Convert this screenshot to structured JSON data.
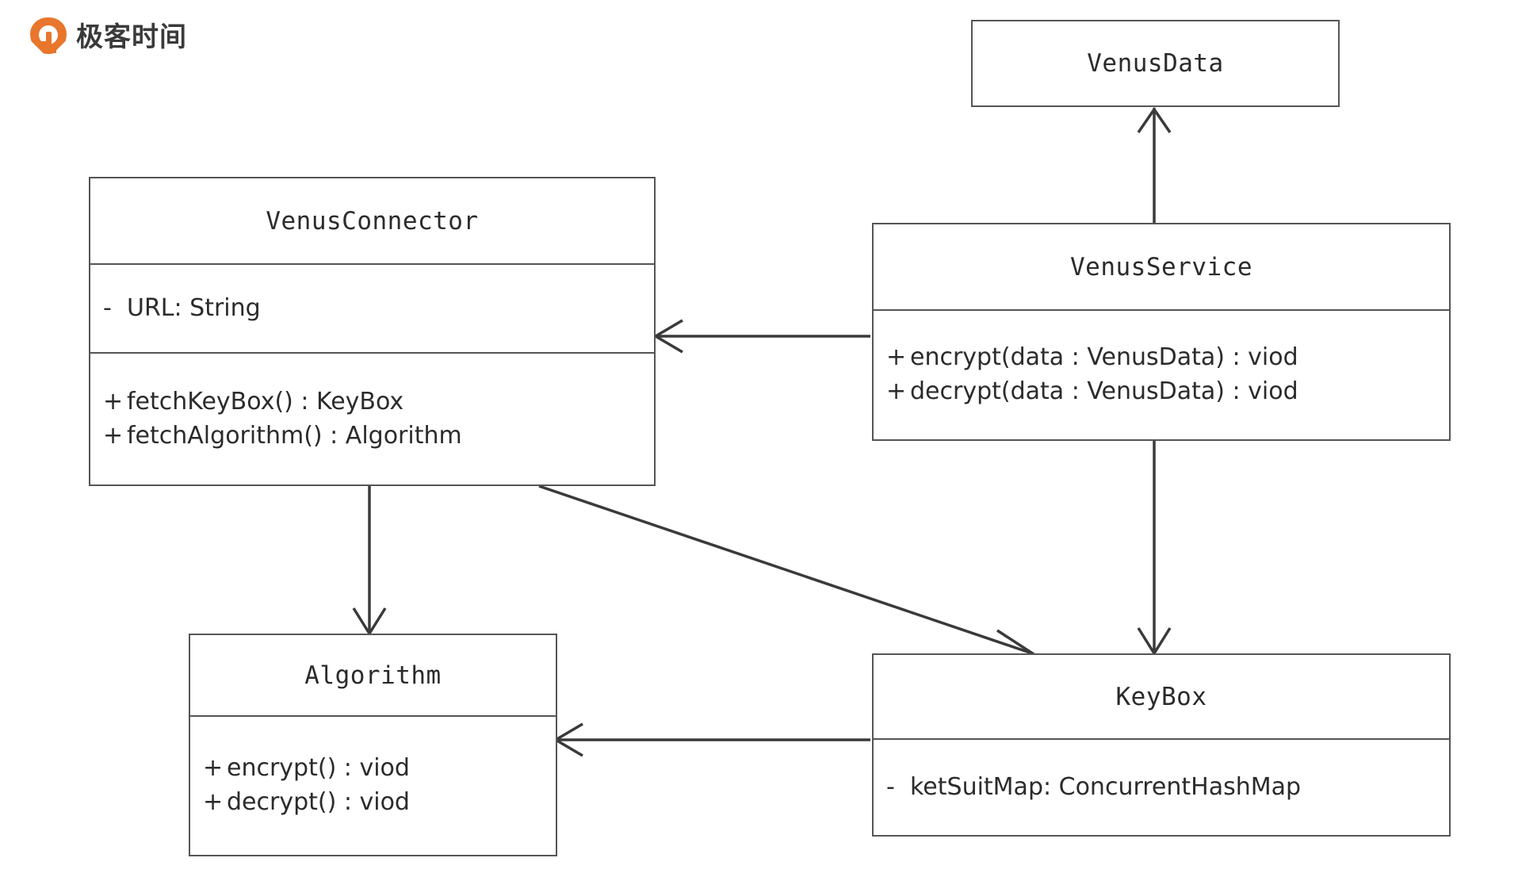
{
  "brand": {
    "name": "极客时间",
    "logo_icon": "geektime-drop-logo-icon",
    "accent_color": "#e8762c"
  },
  "diagram": {
    "type": "uml-class-diagram",
    "background_color": "#ffffff",
    "stroke_color": "#555555",
    "text_color": "#2b2b2b",
    "classes": [
      {
        "id": "venus-data",
        "name": "VenusData",
        "attributes": [],
        "methods": []
      },
      {
        "id": "venus-connector",
        "name": "VenusConnector",
        "attributes": [
          {
            "visibility": "-",
            "signature": "URL: String"
          }
        ],
        "methods": [
          {
            "visibility": "+",
            "signature": "fetchKeyBox() : KeyBox"
          },
          {
            "visibility": "+",
            "signature": "fetchAlgorithm() : Algorithm"
          }
        ]
      },
      {
        "id": "venus-service",
        "name": "VenusService",
        "attributes": [],
        "methods": [
          {
            "visibility": "+",
            "signature": "encrypt(data : VenusData) : viod"
          },
          {
            "visibility": "+",
            "signature": "decrypt(data : VenusData) : viod"
          }
        ]
      },
      {
        "id": "algorithm",
        "name": "Algorithm",
        "attributes": [],
        "methods": [
          {
            "visibility": "+",
            "signature": "encrypt() : viod"
          },
          {
            "visibility": "+",
            "signature": "decrypt() : viod"
          }
        ]
      },
      {
        "id": "key-box",
        "name": "KeyBox",
        "attributes": [
          {
            "visibility": "-",
            "signature": "ketSuitMap: ConcurrentHashMap"
          }
        ],
        "methods": []
      }
    ],
    "relations": [
      {
        "id": "service-to-data",
        "from": "VenusService",
        "to": "VenusData",
        "kind": "association-arrow",
        "direction": "up"
      },
      {
        "id": "service-to-connector",
        "from": "VenusService",
        "to": "VenusConnector",
        "kind": "association-arrow",
        "direction": "left"
      },
      {
        "id": "service-to-keybox",
        "from": "VenusService",
        "to": "KeyBox",
        "kind": "association-arrow",
        "direction": "down"
      },
      {
        "id": "connector-to-algorithm",
        "from": "VenusConnector",
        "to": "Algorithm",
        "kind": "association-arrow",
        "direction": "down"
      },
      {
        "id": "connector-to-keybox",
        "from": "VenusConnector",
        "to": "KeyBox",
        "kind": "association-arrow",
        "direction": "diagonal-down-right"
      },
      {
        "id": "keybox-to-algorithm",
        "from": "KeyBox",
        "to": "Algorithm",
        "kind": "association-arrow",
        "direction": "left"
      }
    ]
  }
}
